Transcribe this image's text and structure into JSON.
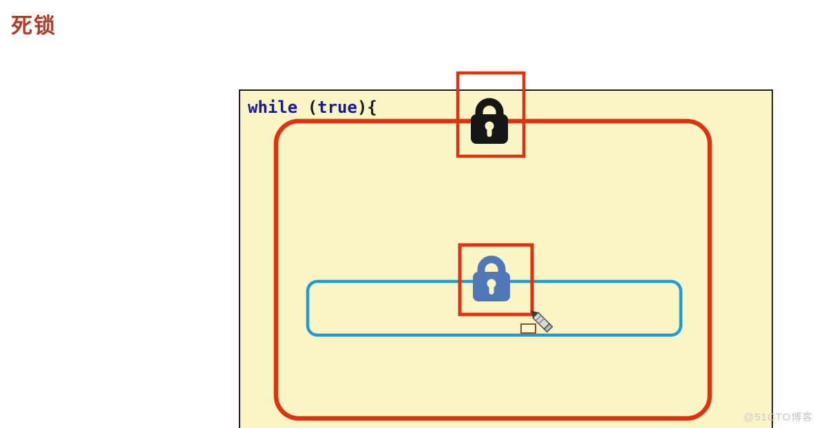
{
  "title": {
    "text": "死锁"
  },
  "code": {
    "tokens": [
      {
        "text": "while",
        "type": "keyword"
      },
      {
        "text": " (",
        "type": "plain"
      },
      {
        "text": "true",
        "type": "keyword"
      },
      {
        "text": "){",
        "type": "plain"
      }
    ]
  },
  "icons": {
    "top_lock": "black-lock-icon",
    "middle_lock": "blue-lock-icon",
    "cursor": "pencil-cursor-icon",
    "tool": "rectangle-tool-icon"
  },
  "colors": {
    "title_red": "#B13B28",
    "panel_yellow": "#FAF5C5",
    "panel_border": "#1B1B1B",
    "accent_red": "#E0320F",
    "accent_blue": "#1E9CD8",
    "lock_black": "#161616",
    "lock_blue": "#5177B8",
    "keyword_blue": "#18189E",
    "code_black": "#1A1A1A",
    "watermark_gray": "#C9C9C9"
  },
  "watermark": {
    "text": "@51CTO博客"
  }
}
